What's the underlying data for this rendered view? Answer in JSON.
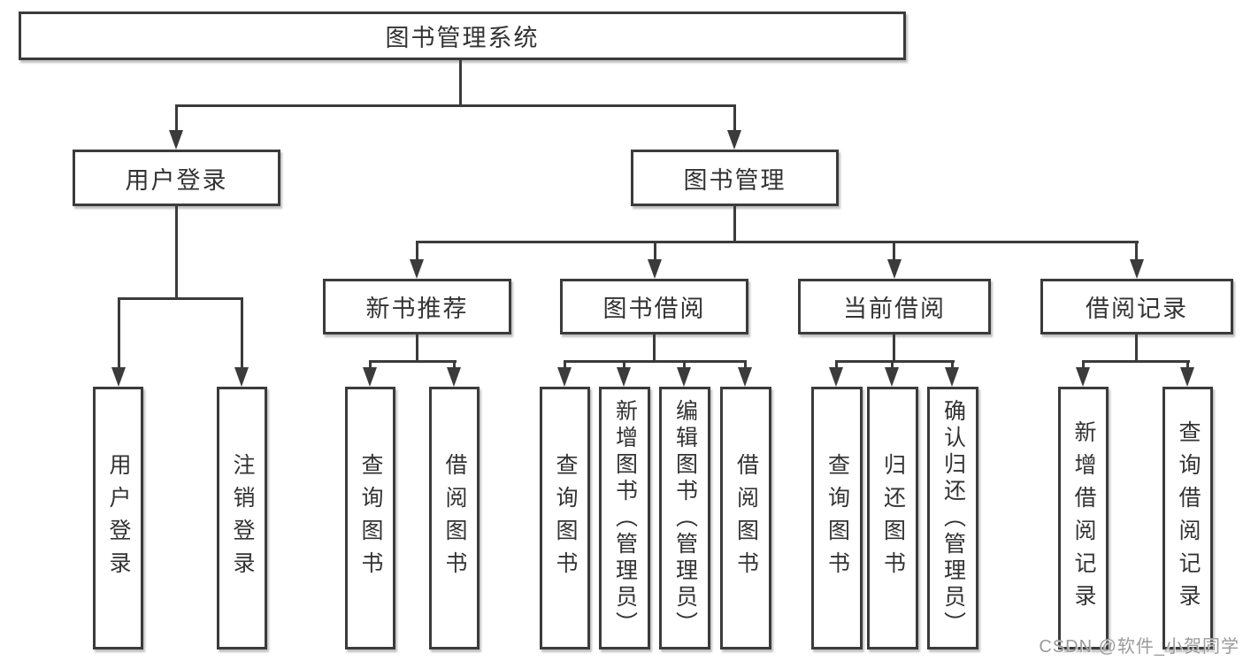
{
  "diagram_type": "hierarchy-tree",
  "colors": {
    "line": "#3b3b3b",
    "text": "#333333",
    "watermark": "#9b9b9b",
    "background": "#ffffff"
  },
  "tree": {
    "label": "图书管理系统",
    "children": [
      {
        "label": "用户登录",
        "children": [
          {
            "label": "用户登录"
          },
          {
            "label": "注销登录"
          }
        ]
      },
      {
        "label": "图书管理",
        "children": [
          {
            "label": "新书推荐",
            "children": [
              {
                "label": "查询图书"
              },
              {
                "label": "借阅图书"
              }
            ]
          },
          {
            "label": "图书借阅",
            "children": [
              {
                "label": "查询图书"
              },
              {
                "label": "新增图书（管理员）"
              },
              {
                "label": "编辑图书（管理员）"
              },
              {
                "label": "借阅图书"
              }
            ]
          },
          {
            "label": "当前借阅",
            "children": [
              {
                "label": "查询图书"
              },
              {
                "label": "归还图书"
              },
              {
                "label": "确认归还（管理员）"
              }
            ]
          },
          {
            "label": "借阅记录",
            "children": [
              {
                "label": "新增借阅记录"
              },
              {
                "label": "查询借阅记录"
              }
            ]
          }
        ]
      }
    ]
  },
  "watermark": {
    "text": "CSDN @软件_小贺同学"
  }
}
